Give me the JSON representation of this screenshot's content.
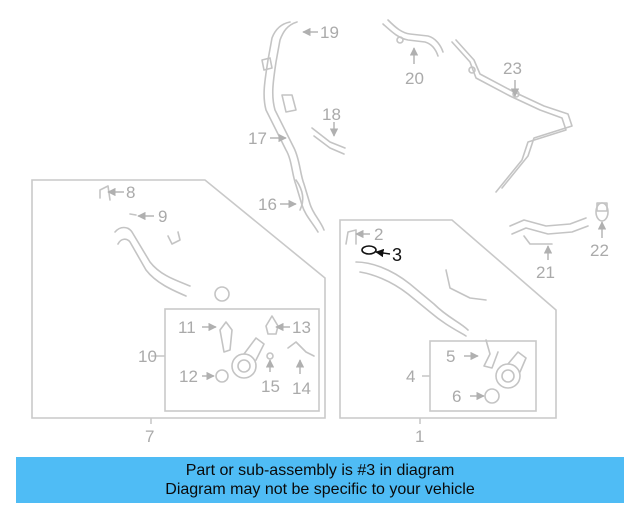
{
  "labels": {
    "l1": "1",
    "l2": "2",
    "l3": "3",
    "l4": "4",
    "l5": "5",
    "l6": "6",
    "l7": "7",
    "l8": "8",
    "l9": "9",
    "l10": "10",
    "l11": "11",
    "l12": "12",
    "l13": "13",
    "l14": "14",
    "l15": "15",
    "l16": "16",
    "l17": "17",
    "l18": "18",
    "l19": "19",
    "l20": "20",
    "l21": "21",
    "l22": "22",
    "l23": "23"
  },
  "highlight_part": "3",
  "banner": {
    "line1": "Part or sub-assembly is #3 in diagram",
    "line2": "Diagram may not be specific to your vehicle"
  },
  "colors": {
    "banner_bg": "#4fbcf5",
    "highlight": "#111111",
    "line_gray": "#c4c4c4"
  }
}
